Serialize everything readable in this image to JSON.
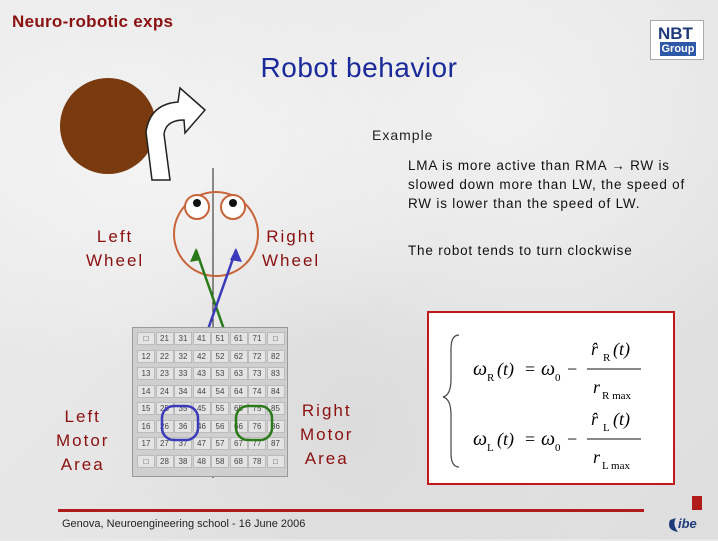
{
  "header": {
    "title": "Neuro-robotic exps"
  },
  "logo": {
    "main": "NBT",
    "sub": "Group"
  },
  "slide": {
    "title": "Robot behavior"
  },
  "text": {
    "example": "Example",
    "description": "LMA is more active than RMA → RW is slowed down more than LW, the speed of RW is lower than the speed of LW.",
    "conclusion": "The robot tends to turn clockwise"
  },
  "labels": {
    "left_wheel": [
      "Left",
      "Wheel"
    ],
    "right_wheel": [
      "Right",
      "Wheel"
    ],
    "left_motor_area": [
      "Left",
      "Motor",
      "Area"
    ],
    "right_motor_area": [
      "Right",
      "Motor",
      "Area"
    ]
  },
  "grid": {
    "rows": [
      [
        "□",
        "21",
        "31",
        "41",
        "51",
        "61",
        "71",
        "□"
      ],
      [
        "12",
        "22",
        "32",
        "42",
        "52",
        "62",
        "72",
        "82"
      ],
      [
        "13",
        "23",
        "33",
        "43",
        "53",
        "63",
        "73",
        "83"
      ],
      [
        "14",
        "24",
        "34",
        "44",
        "54",
        "64",
        "74",
        "84"
      ],
      [
        "15",
        "25",
        "35",
        "45",
        "55",
        "65",
        "75",
        "85"
      ],
      [
        "16",
        "26",
        "36",
        "46",
        "56",
        "66",
        "76",
        "86"
      ],
      [
        "17",
        "27",
        "37",
        "47",
        "57",
        "67",
        "77",
        "87"
      ],
      [
        "□",
        "28",
        "38",
        "48",
        "58",
        "68",
        "78",
        "□"
      ]
    ]
  },
  "formula": {
    "omega": "ω",
    "t": "(t)",
    "equals": "=",
    "minus": "−",
    "omega0": "ω",
    "sub0": "0",
    "subR": "R",
    "subL": "L",
    "rhat": "r̂",
    "r": "r",
    "rmax_R": "R max",
    "rmax_L": "L max"
  },
  "footer": {
    "text": "Genova, Neuroengineering school - 16 June 2006"
  },
  "footer_logo": {
    "text": "ibe"
  },
  "colors": {
    "accent_red": "#8b1010",
    "title_blue": "#1a2a9a",
    "arrow_blue": "#3a3aba",
    "arrow_green": "#2a7a1a",
    "robot_brown": "#7a3a10"
  }
}
